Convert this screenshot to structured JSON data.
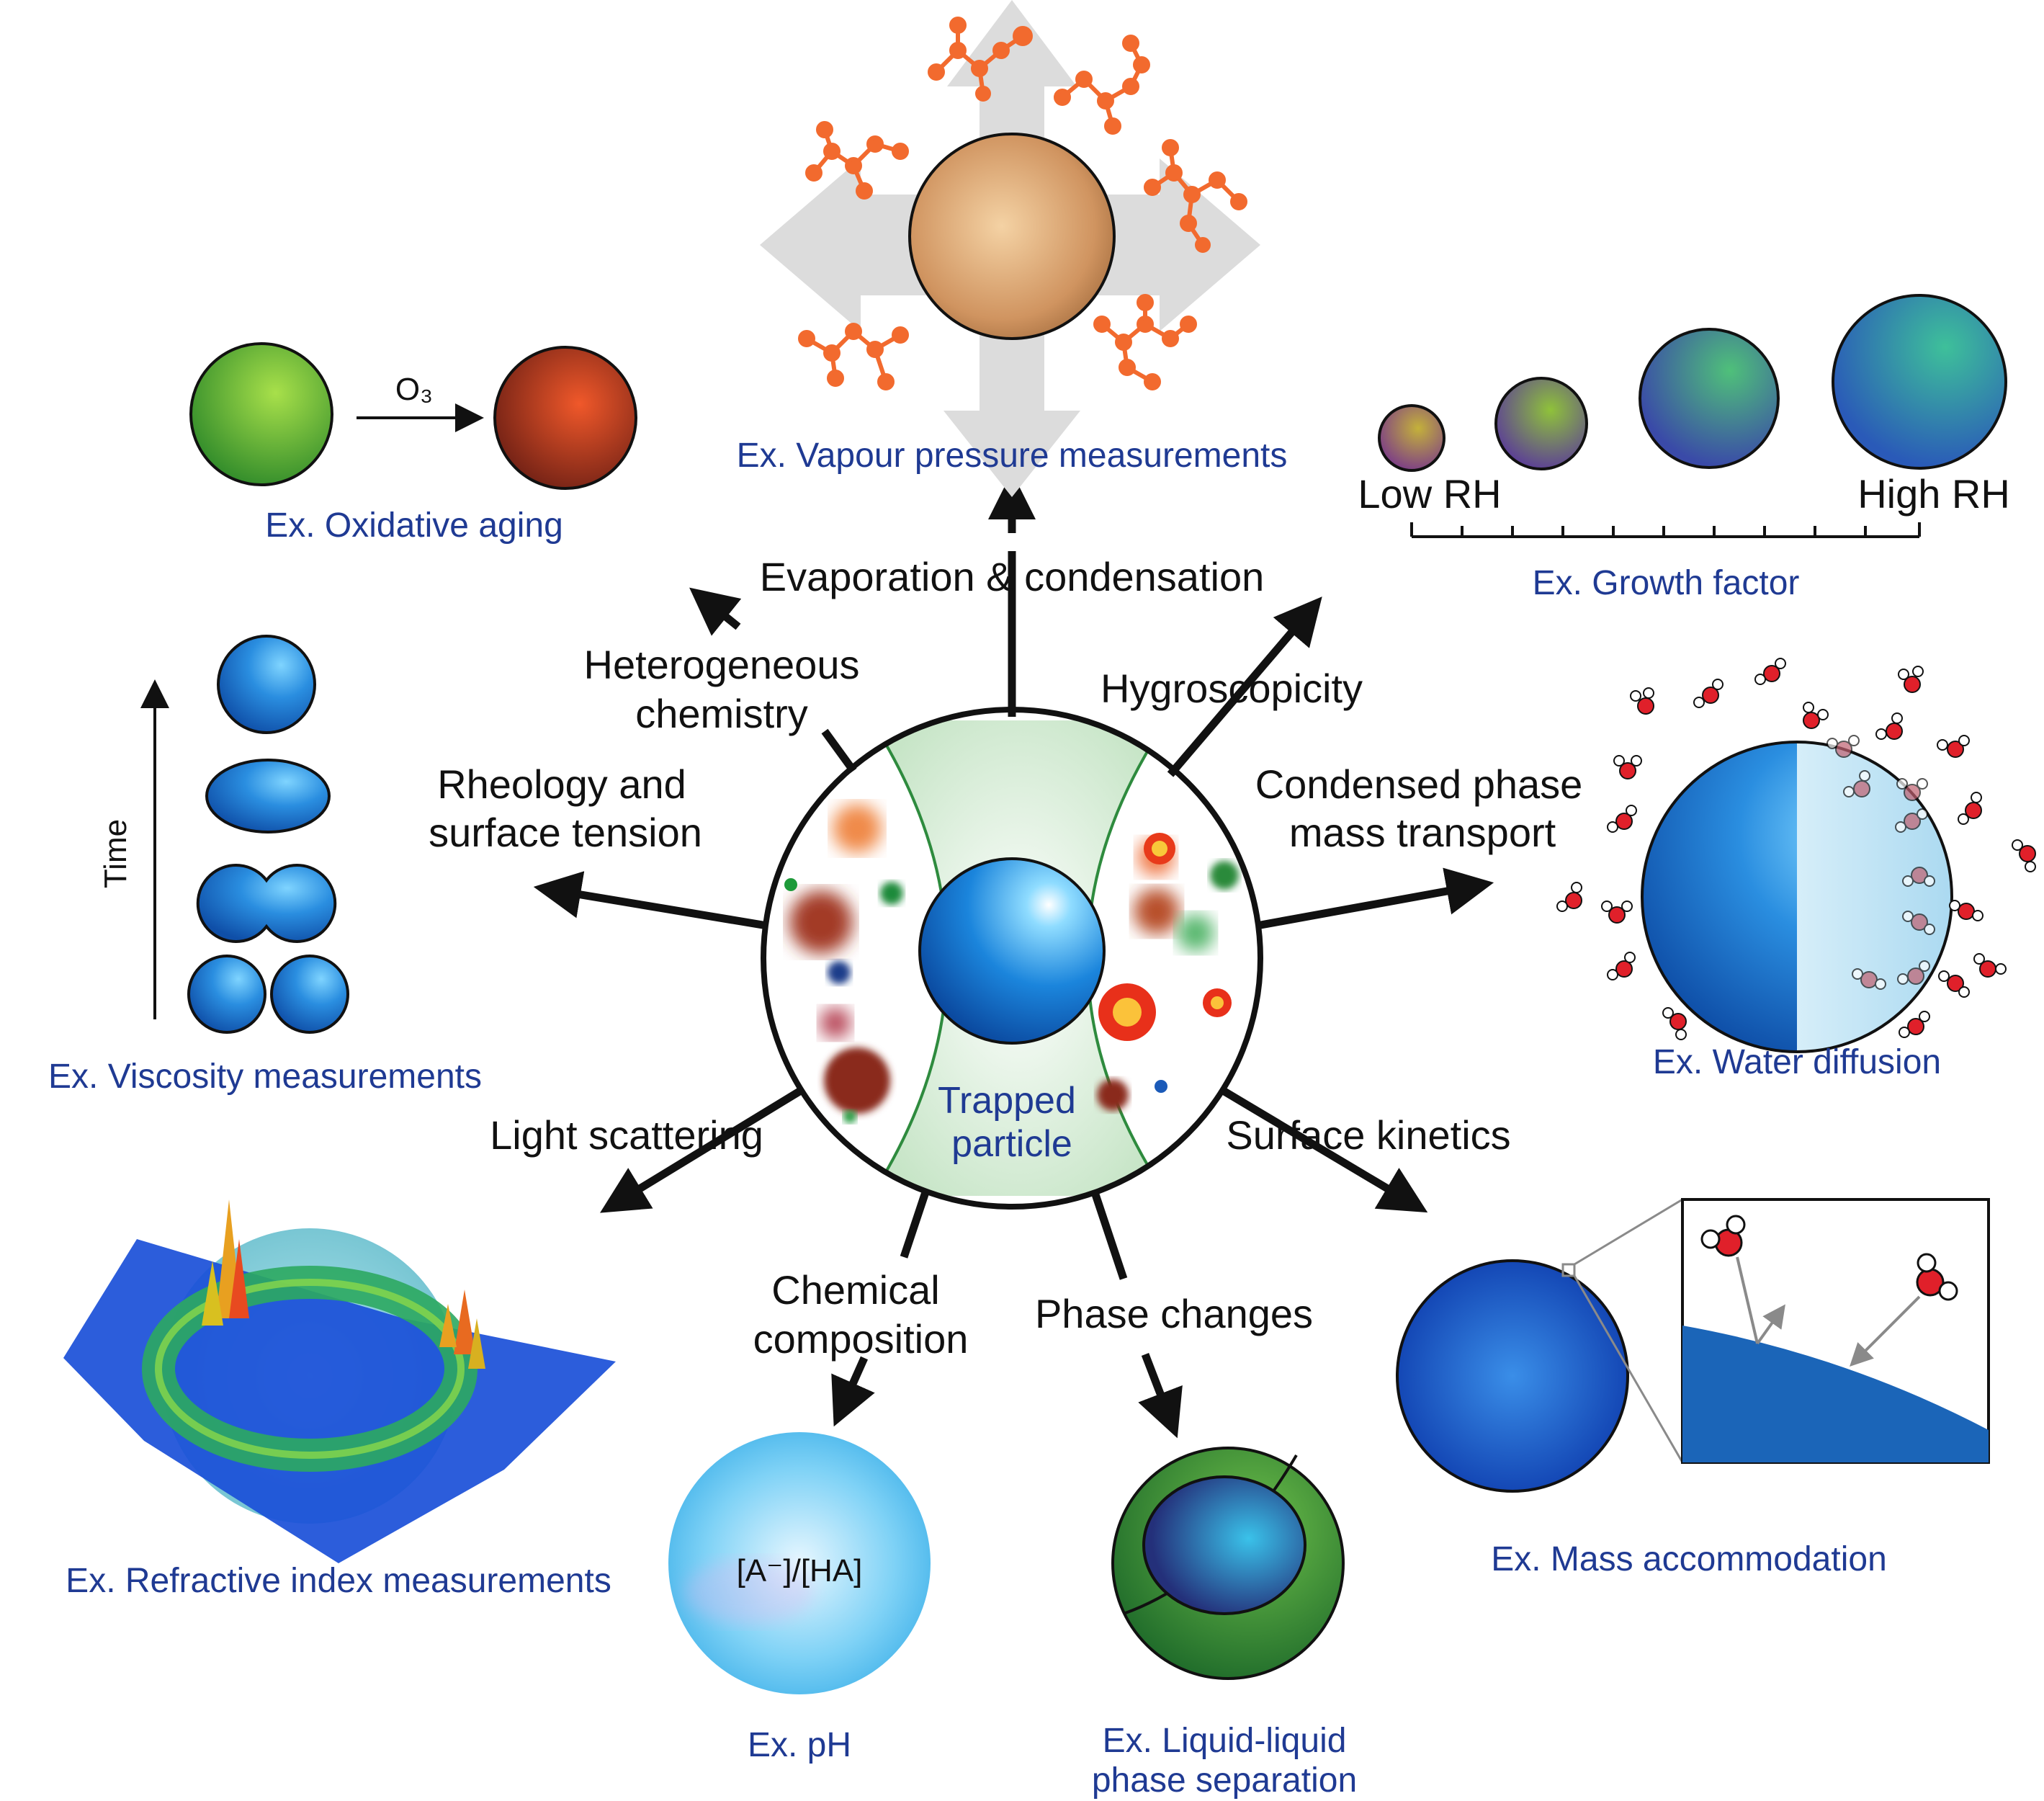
{
  "center": {
    "line1": "Trapped",
    "line2": "particle"
  },
  "processes": {
    "evaporation": "Evaporation & condensation",
    "heterogeneous_1": "Heterogeneous",
    "heterogeneous_2": "chemistry",
    "hygroscopicity": "Hygroscopicity",
    "rheology_1": "Rheology and",
    "rheology_2": "surface tension",
    "condensed_1": "Condensed phase",
    "condensed_2": "mass transport",
    "light_scattering": "Light scattering",
    "surface_kinetics": "Surface kinetics",
    "chemical_1": "Chemical",
    "chemical_2": "composition",
    "phase_changes": "Phase changes"
  },
  "examples": {
    "vapour_pressure": "Ex. Vapour pressure measurements",
    "oxidative_aging": "Ex. Oxidative aging",
    "growth_factor": "Ex. Growth factor",
    "viscosity": "Ex. Viscosity measurements",
    "water_diffusion": "Ex. Water diffusion",
    "refractive_index": "Ex. Refractive index measurements",
    "ph": "Ex. pH",
    "llps_1": "Ex. Liquid-liquid",
    "llps_2": "phase separation",
    "mass_accommodation": "Ex. Mass accommodation"
  },
  "panel_labels": {
    "ozone": "O₃",
    "low_rh": "Low RH",
    "high_rh": "High RH",
    "time": "Time",
    "ph_ratio": "[A⁻]/[HA]"
  },
  "colors": {
    "example_text": "#1f3a93",
    "molecule_orange": "#f26a2e",
    "water_red": "#e0202a",
    "particle_blue": "#1b7bd0"
  }
}
